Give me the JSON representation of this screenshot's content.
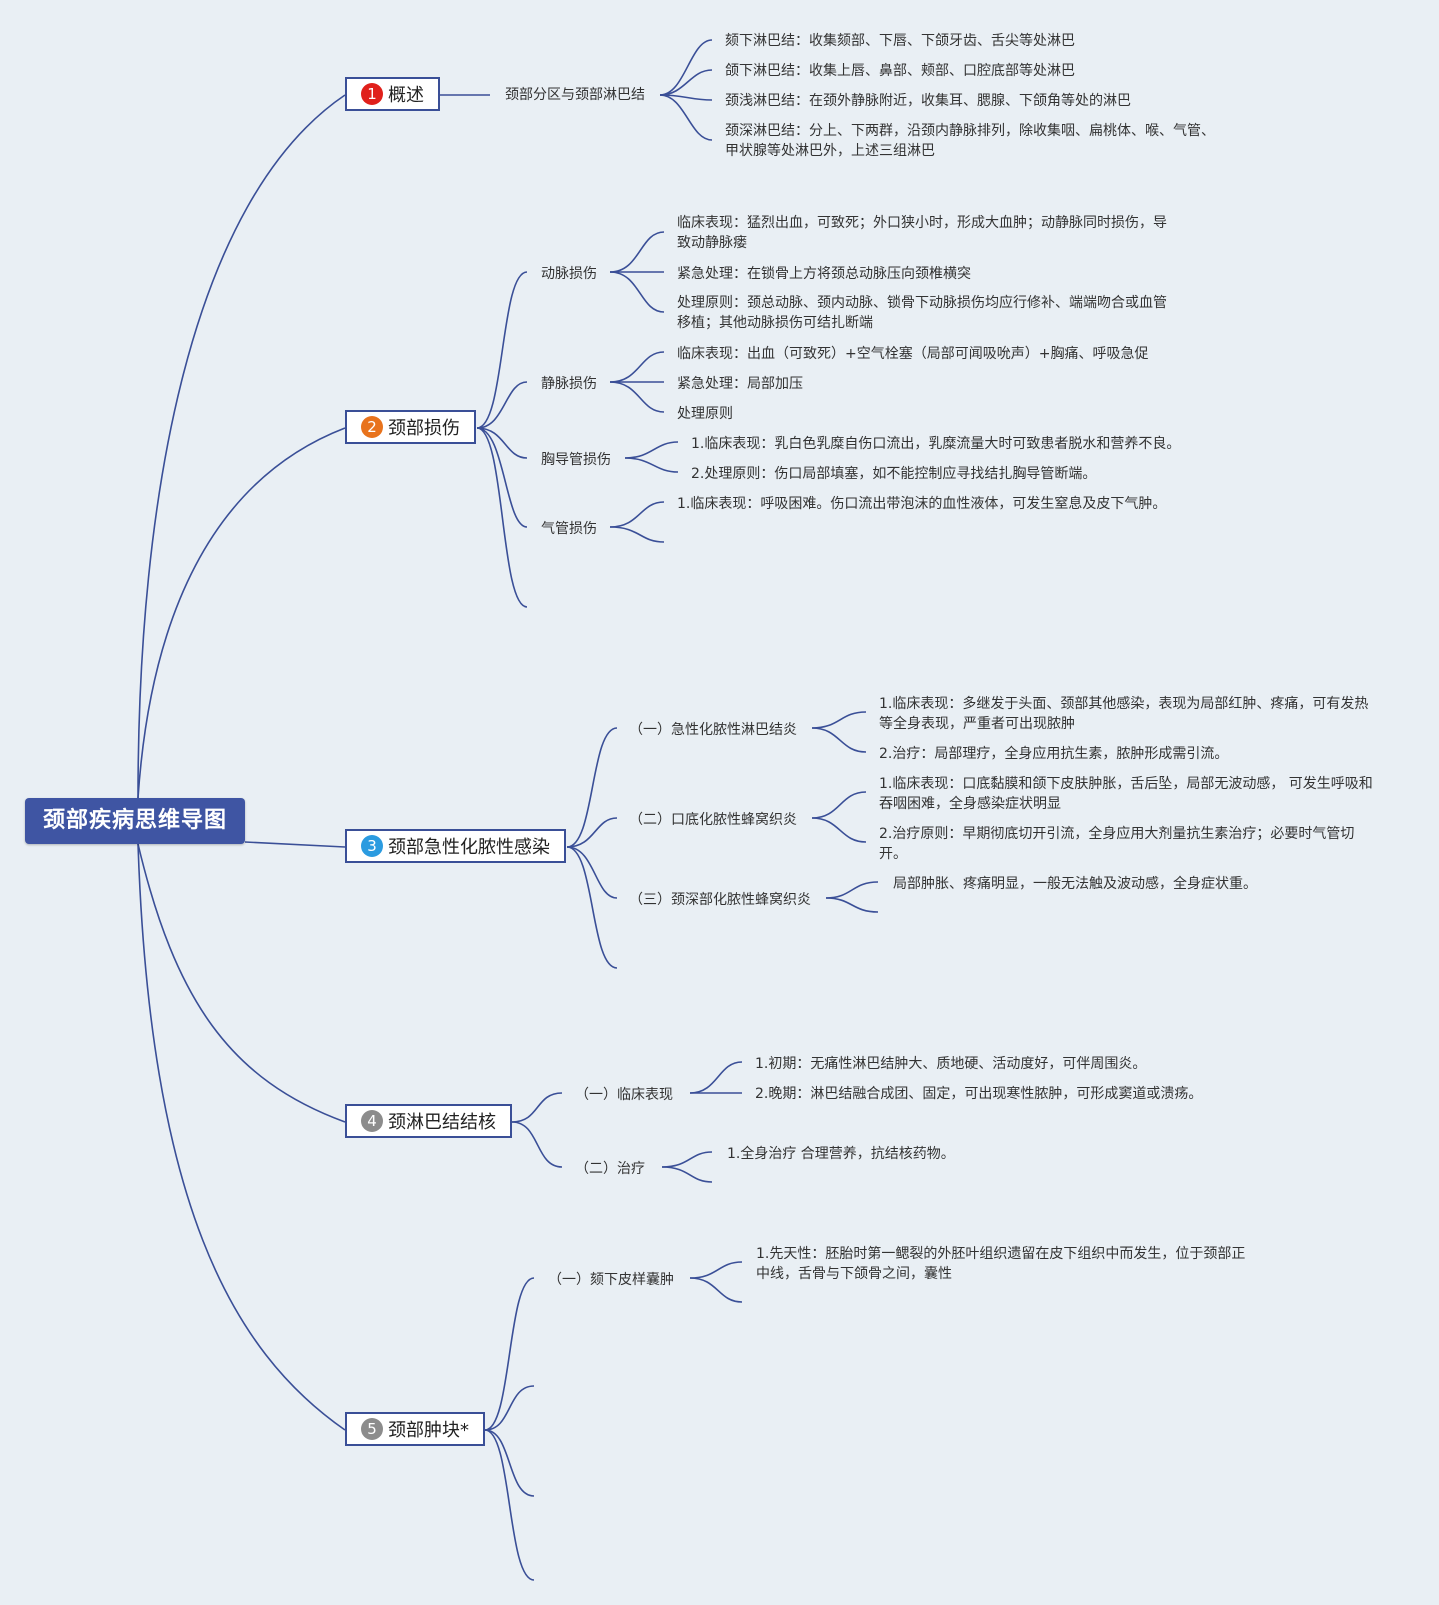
{
  "root": "颈部疾病思维导图",
  "badge_colors": {
    "b1": "#e0201b",
    "b2": "#e8731d",
    "b3": "#2b9be0",
    "b4": "#8c8c8c",
    "b5": "#8c8c8c"
  },
  "branches": {
    "b1": {
      "num": "1",
      "label": "概述",
      "sub": "颈部分区与颈部淋巴结",
      "leaves": [
        "颏下淋巴结：收集颏部、下唇、下颌牙齿、舌尖等处淋巴",
        "颌下淋巴结：收集上唇、鼻部、颊部、口腔底部等处淋巴",
        "颈浅淋巴结：在颈外静脉附近，收集耳、腮腺、下颌角等处的淋巴",
        "颈深淋巴结：分上、下两群，沿颈内静脉排列，除收集咽、扁桃体、喉、气管、甲状腺等处淋巴外，上述三组淋巴"
      ]
    },
    "b2": {
      "num": "2",
      "label": "颈部损伤",
      "artery": {
        "label": "动脉损伤",
        "leaves": [
          "临床表现：猛烈出血，可致死；外口狭小时，形成大血肿；动静脉同时损伤，导致动静脉瘘",
          "紧急处理：在锁骨上方将颈总动脉压向颈椎横突",
          "处理原则：颈总动脉、颈内动脉、锁骨下动脉损伤均应行修补、端端吻合或血管移植；其他动脉损伤可结扎断端"
        ]
      },
      "vein": {
        "label": "静脉损伤",
        "leaves": [
          "临床表现：出血（可致死）+空气栓塞（局部可闻吸吮声）+胸痛、呼吸急促",
          "紧急处理：局部加压",
          "处理原则"
        ]
      },
      "thoracic": {
        "label": "胸导管损伤",
        "leaves": [
          "1.临床表现：乳白色乳糜自伤口流出，乳糜流量大时可致患者脱水和营养不良。",
          "2.处理原则：伤口局部填塞，如不能控制应寻找结扎胸导管断端。"
        ]
      },
      "trachea": {
        "label": "气管损伤",
        "leaves": [
          "1.临床表现：呼吸困难。伤口流出带泡沫的血性液体，可发生窒息及皮下气肿。"
        ]
      }
    },
    "b3": {
      "num": "3",
      "label": "颈部急性化脓性感染",
      "s1": {
        "label": "（一）急性化脓性淋巴结炎",
        "leaves": [
          "1.临床表现：多继发于头面、颈部其他感染，表现为局部红肿、疼痛，可有发热等全身表现，严重者可出现脓肿",
          "2.治疗：局部理疗，全身应用抗生素，脓肿形成需引流。"
        ]
      },
      "s2": {
        "label": "（二）口底化脓性蜂窝织炎",
        "leaves": [
          "1.临床表现：口底黏膜和颌下皮肤肿胀，舌后坠，局部无波动感， 可发生呼吸和吞咽困难，全身感染症状明显",
          "2.治疗原则：早期彻底切开引流，全身应用大剂量抗生素治疗；必要时气管切开。"
        ]
      },
      "s3": {
        "label": "（三）颈深部化脓性蜂窝织炎",
        "leaves": [
          "局部肿胀、疼痛明显，一般无法触及波动感，全身症状重。"
        ]
      }
    },
    "b4": {
      "num": "4",
      "label": "颈淋巴结结核",
      "s1": {
        "label": "（一）临床表现",
        "leaves": [
          "1.初期：无痛性淋巴结肿大、质地硬、活动度好，可伴周围炎。",
          "2.晚期：淋巴结融合成团、固定，可出现寒性脓肿，可形成窦道或溃疡。"
        ]
      },
      "s2": {
        "label": "（二）治疗",
        "leaves": [
          "1.全身治疗 合理营养，抗结核药物。"
        ]
      }
    },
    "b5": {
      "num": "5",
      "label": "颈部肿块*",
      "s1": {
        "label": "（一）颏下皮样囊肿",
        "leaves": [
          "1.先天性：胚胎时第一鳃裂的外胚叶组织遗留在皮下组织中而发生，位于颈部正中线，舌骨与下颌骨之间，囊性"
        ]
      }
    }
  }
}
